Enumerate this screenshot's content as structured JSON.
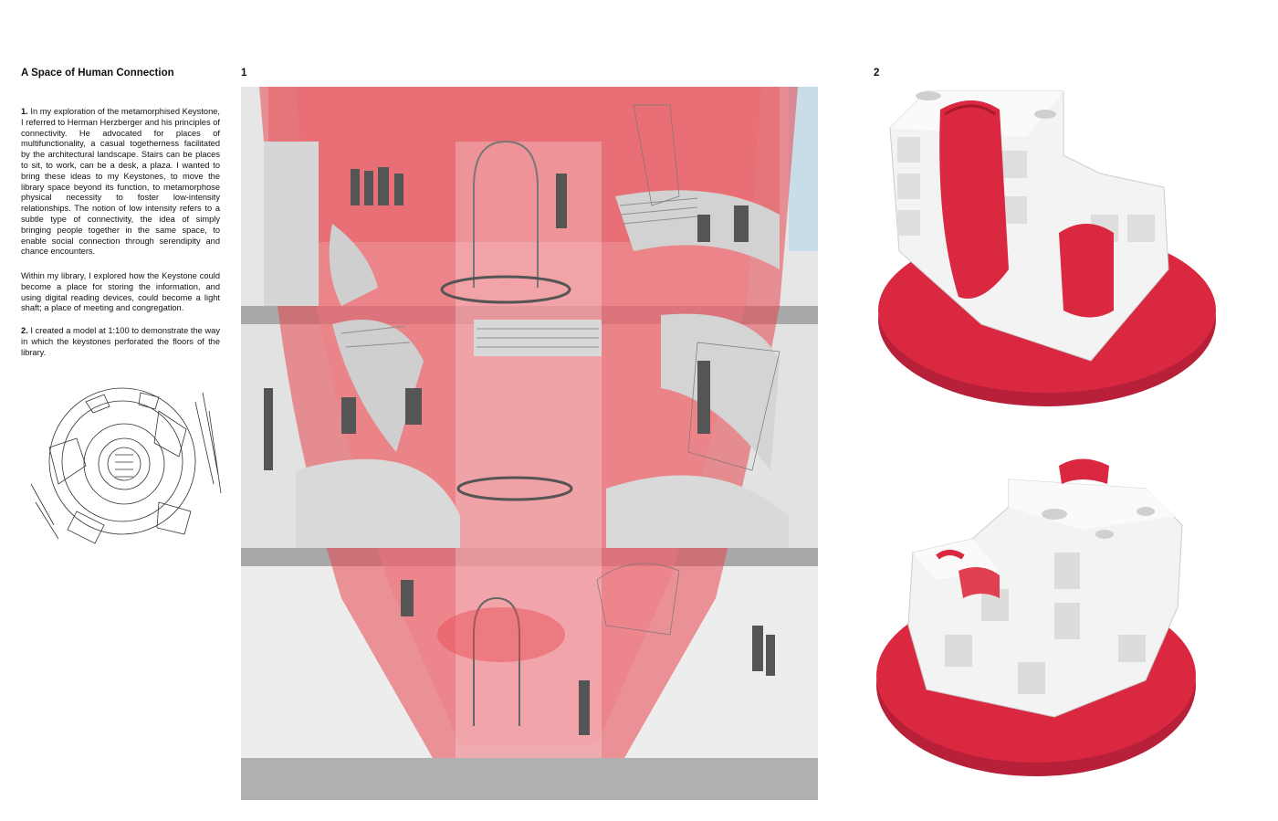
{
  "text": {
    "title": "A Space of Human Connection",
    "p1_num": "1.",
    "p1_body": " In my exploration of the metamorphised Keystone, I referred to Herman Herzberger and his principles of connectivity. He advocated for places of multifunctionality, a casual togetherness facilitated by the architectural landscape. Stairs can be places to sit, to work, can be a desk, a plaza. I wanted to bring these ideas to my Keystones, to move the library space beyond its function, to metamorphose physical necessity to foster low-intensity relationships. The notion of low intensity refers to a subtle type of connectivity, the idea of simply bringing people together in the same space, to enable social connection through serendipity and chance encounters.",
    "p2_body": "Within my library, I explored how the Keystone could become a place for storing the information, and using digital reading devices, could become a light shaft; a place of meeting and congregation.",
    "p3_num": "2.",
    "p3_body": " I created a model at 1:100 to demonstrate the way in which the keystones perforated the floors of the library."
  },
  "figures": {
    "fig1_label": "1",
    "fig2_label": "2"
  },
  "colors": {
    "accent_red": "#e8464e",
    "model_red": "#d9283f",
    "model_white": "#f3f3f3",
    "floor_gray": "#a9a9a9"
  }
}
